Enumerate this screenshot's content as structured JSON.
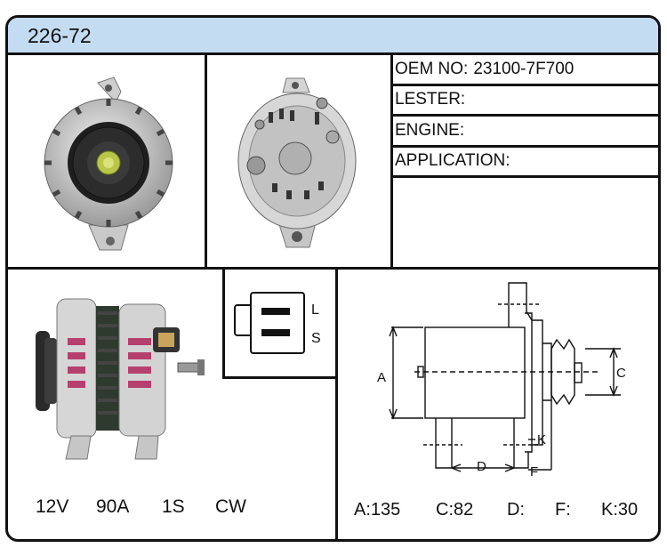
{
  "part_number": "226-72",
  "info": {
    "oem_label": "OEM NO:",
    "oem_value": "23100-7F700",
    "lester_label": "LESTER:",
    "lester_value": "",
    "engine_label": "ENGINE:",
    "engine_value": "",
    "application_label": "APPLICATION:",
    "application_value": ""
  },
  "connector": {
    "terminal_1": "L",
    "terminal_2": "S"
  },
  "specs": {
    "voltage": "12V",
    "amperage": "90A",
    "pulley": "1S",
    "rotation": "CW"
  },
  "diagram_labels": {
    "a": "A",
    "c": "C",
    "d": "D",
    "f": "F",
    "k": "K"
  },
  "dimensions": {
    "a": "A:135",
    "c": "C:82",
    "d": "D:",
    "f": "F:",
    "k": "K:30"
  }
}
